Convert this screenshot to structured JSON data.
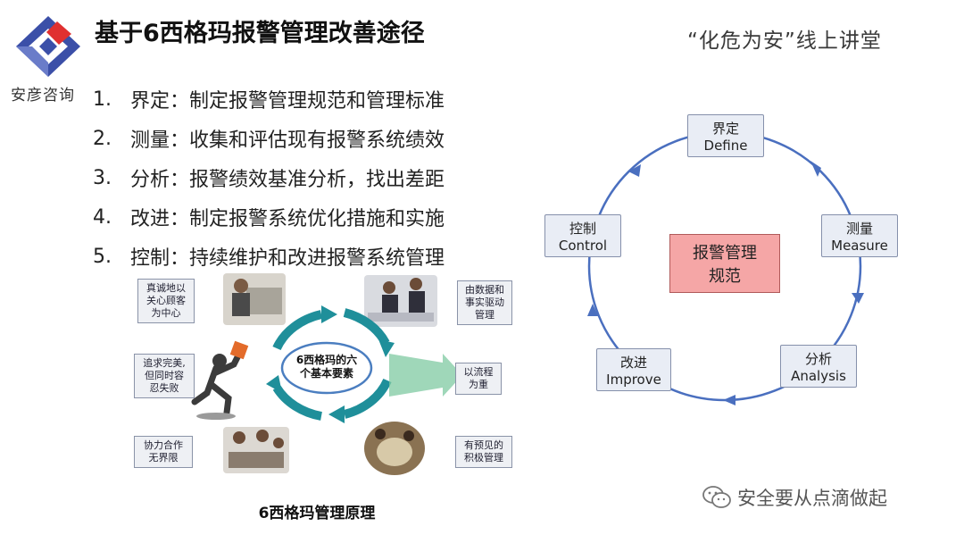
{
  "header": {
    "logo_text": "安彦咨询",
    "title": "基于6西格玛报警管理改善途径",
    "slogan": "“化危为安”线上讲堂"
  },
  "steps": [
    {
      "num": "1.",
      "text": "界定：制定报警管理规范和管理标准"
    },
    {
      "num": "2.",
      "text": "测量：收集和评估现有报警系统绩效"
    },
    {
      "num": "3.",
      "text": "分析：报警绩效基准分析，找出差距"
    },
    {
      "num": "4.",
      "text": "改进：制定报警系统优化措施和实施"
    },
    {
      "num": "5.",
      "text": "控制：持续维护和改进报警系统管理"
    }
  ],
  "sigma_diagram": {
    "center_line1": "6西格玛的六",
    "center_line2": "个基本要素",
    "notes": [
      {
        "line1": "真诚地以",
        "line2": "关心顾客",
        "line3": "为中心"
      },
      {
        "line1": "由数据和",
        "line2": "事实驱动",
        "line3": "管理"
      },
      {
        "line1": "追求完美,",
        "line2": "但同时容",
        "line3": "忍失败"
      },
      {
        "line1": "以流程",
        "line2": "为重",
        "line3": ""
      },
      {
        "line1": "协力合作",
        "line2": "无界限",
        "line3": ""
      },
      {
        "line1": "有预见的",
        "line2": "积极管理",
        "line3": ""
      }
    ],
    "caption": "6西格玛管理原理"
  },
  "cycle": {
    "center_line1": "报警管理",
    "center_line2": "规范",
    "stages": [
      {
        "zh": "界定",
        "en": "Define"
      },
      {
        "zh": "测量",
        "en": "Measure"
      },
      {
        "zh": "分析",
        "en": "Analysis"
      },
      {
        "zh": "改进",
        "en": "Improve"
      },
      {
        "zh": "控制",
        "en": "Control"
      }
    ]
  },
  "footer": {
    "watermark": "安全要从点滴做起"
  },
  "colors": {
    "cycle_line": "#4a6fbf",
    "teal_arrows": "#1f8f9a",
    "logo_blue": "#3b4fa8",
    "logo_red": "#e03030",
    "center_box": "#f5a6a6"
  }
}
